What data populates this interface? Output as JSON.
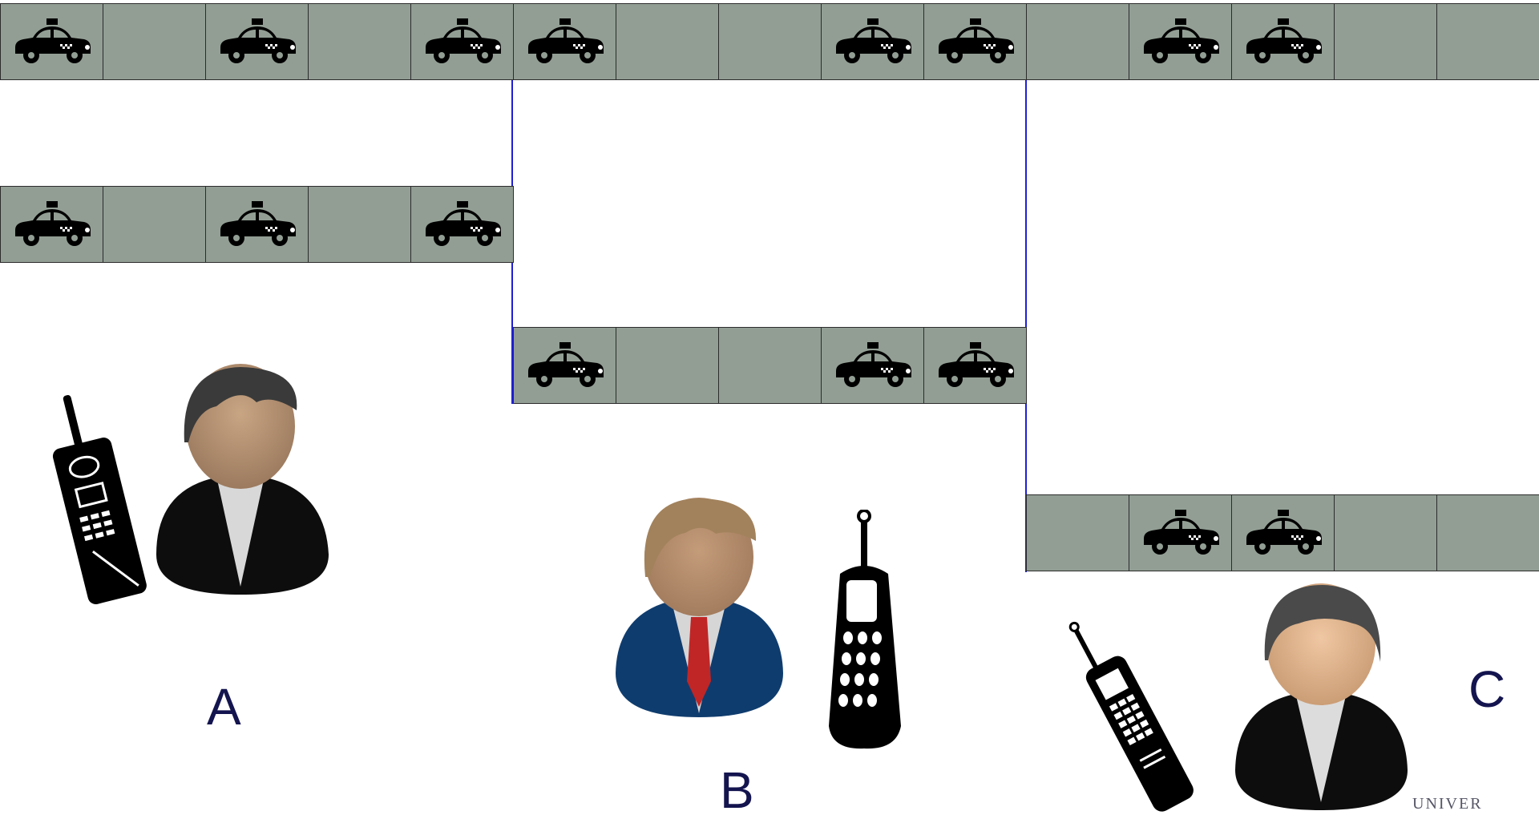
{
  "title": "",
  "strip_a": {
    "cells": [
      "taxi",
      "empty",
      "taxi",
      "empty",
      "taxi"
    ]
  },
  "strip_b": {
    "cells": [
      "taxi",
      "empty",
      "empty",
      "taxi",
      "taxi"
    ]
  },
  "strip_c": {
    "cells": [
      "empty",
      "taxi",
      "taxi",
      "empty",
      "empty"
    ]
  },
  "labels": {
    "a": "A",
    "b": "B",
    "c": "C"
  },
  "seal_text": "UNIVER",
  "colors": {
    "cell": "#929e94",
    "divider": "#1f1fd6",
    "label": "#14144f"
  },
  "icons": {
    "taxi": "taxi-icon",
    "person": "person-icon",
    "phone": "cell-phone-icon"
  }
}
